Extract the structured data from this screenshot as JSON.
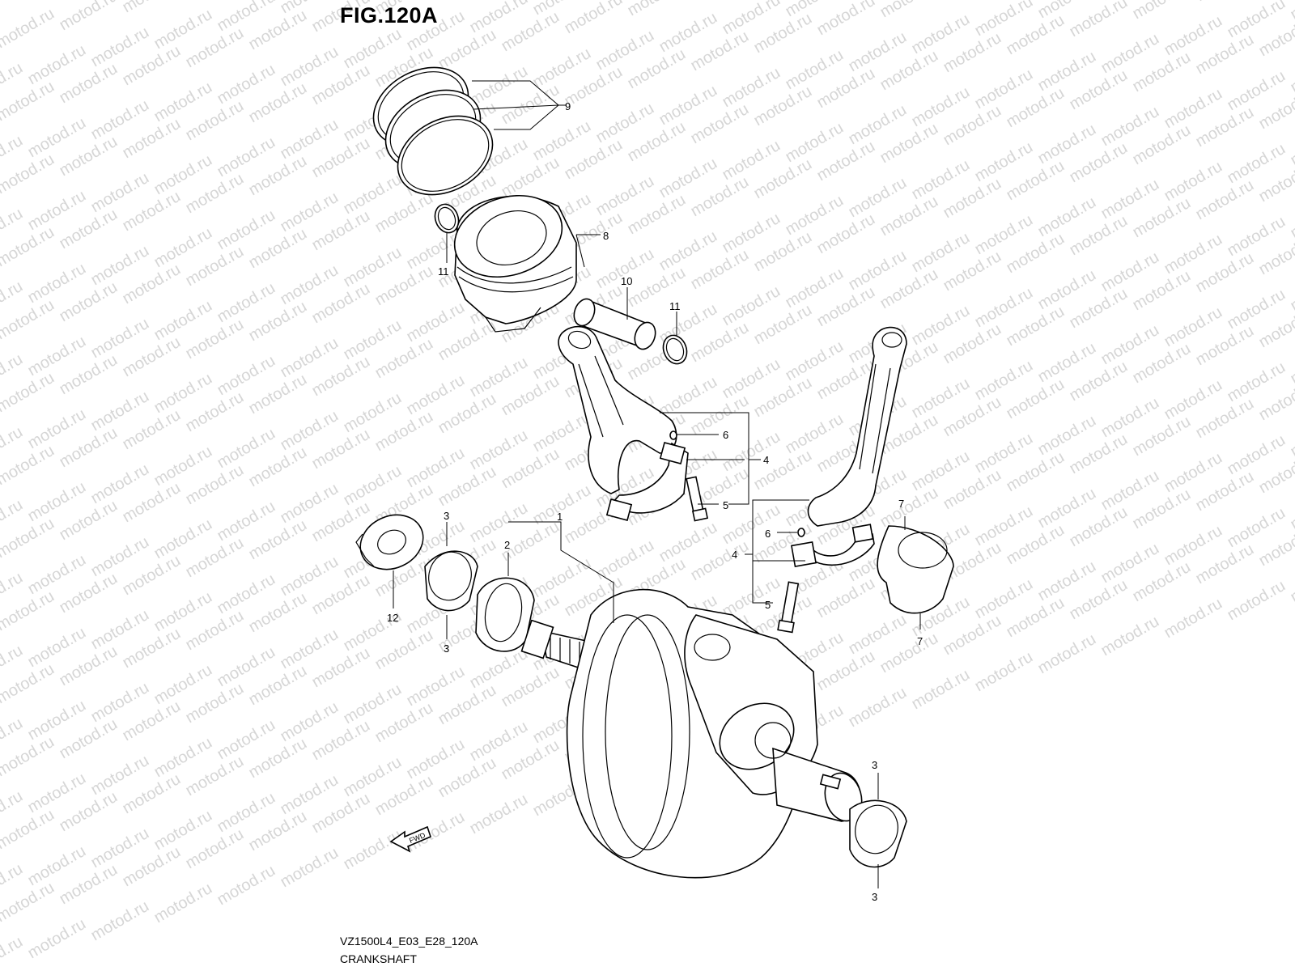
{
  "figure": {
    "title": "FIG.120A",
    "code": "VZ1500L4_E03_E28_120A",
    "name": "CRANKSHAFT"
  },
  "watermark": {
    "text": "motod.ru",
    "color": "#d6d6d6"
  },
  "fwd_mark": "FWD",
  "callouts": [
    "1",
    "2",
    "3",
    "3",
    "3",
    "3",
    "4",
    "4",
    "5",
    "5",
    "6",
    "6",
    "7",
    "7",
    "8",
    "9",
    "10",
    "11",
    "11",
    "12"
  ]
}
